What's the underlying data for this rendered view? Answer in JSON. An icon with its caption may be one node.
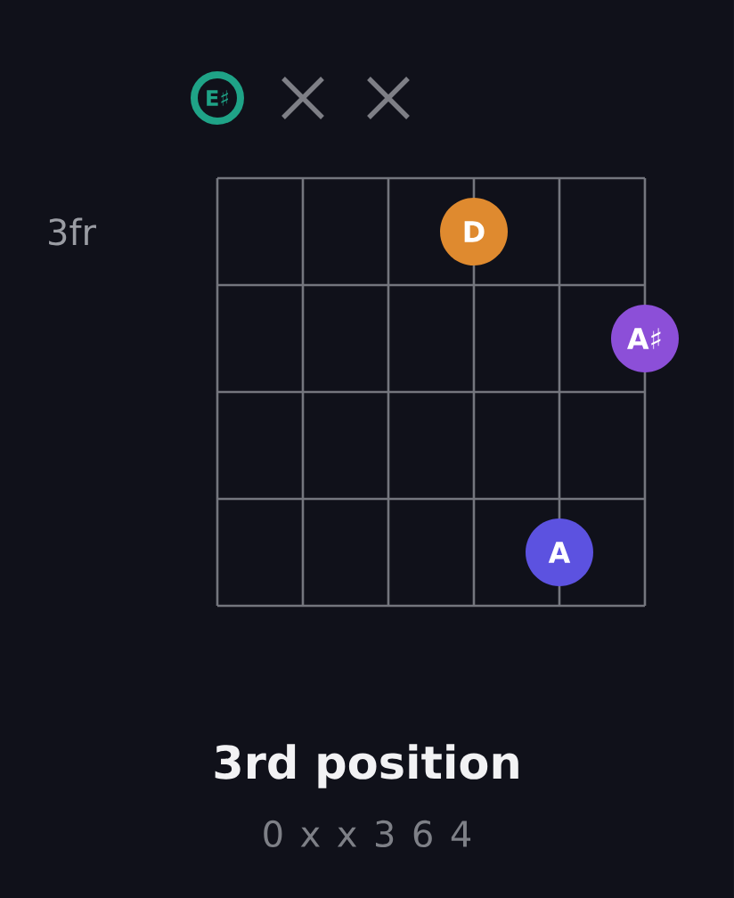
{
  "diagram": {
    "title": "3rd position",
    "caption": "0 x x 3 6 4",
    "nodes": [
      {
        "text": [
          "E♯"
        ]
      },
      {
        "text": [
          "D"
        ]
      },
      {
        "text": [
          "A♯"
        ]
      },
      {
        "text": [
          "A"
        ]
      }
    ],
    "labels": [
      "3fr"
    ]
  }
}
